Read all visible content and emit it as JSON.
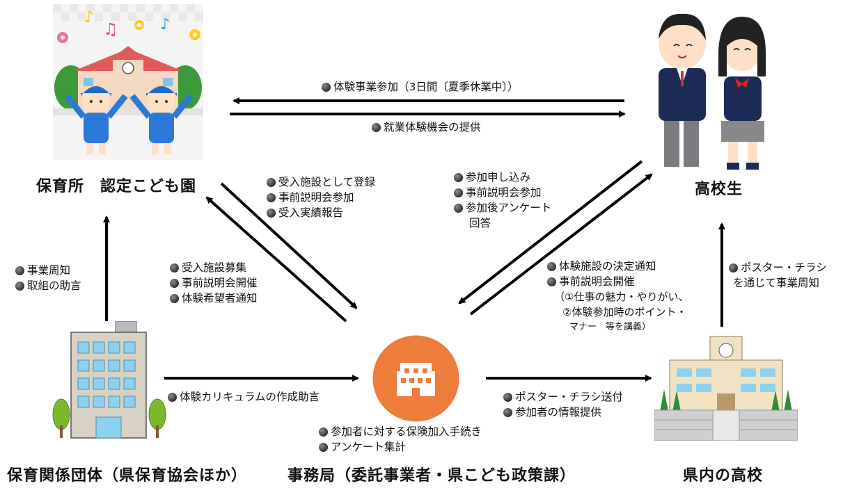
{
  "nodes": {
    "nursery": "保育所　認定こども園",
    "students": "高校生",
    "association": "保育関係団体（県保育協会ほか）",
    "secretariat": "事務局（委託事業者・県こども政策課）",
    "high_school": "県内の高校"
  },
  "flows": {
    "students_to_nursery": [
      "体験事業参加（3日間〔夏季休業中〕）"
    ],
    "nursery_to_students": [
      "就業体験機会の提供"
    ],
    "nursery_to_secretariat": [
      "受入施設として登録",
      "事前説明会参加",
      "受入実績報告"
    ],
    "secretariat_to_nursery": [
      "受入施設募集",
      "事前説明会開催",
      "体験希望者通知"
    ],
    "students_to_secretariat": [
      "参加申し込み",
      "事前説明会参加",
      "参加後アンケート"
    ],
    "students_to_secretariat_cont": "回答",
    "secretariat_to_students": [
      "体験施設の決定通知",
      "事前説明会開催"
    ],
    "secretariat_to_students_notes": [
      "（①仕事の魅力・やりがい、",
      "②体験参加時のポイント・",
      "マナー　等を講義）"
    ],
    "school_to_students": [
      "ポスター・チラシ"
    ],
    "school_to_students_cont": "を通じて事業周知",
    "association_to_nursery": [
      "事業周知",
      "取組の助言"
    ],
    "association_to_secretariat": [
      "体験カリキュラムの作成助言"
    ],
    "secretariat_to_school": [
      "ポスター・チラシ送付",
      "参加者の情報提供"
    ],
    "secretariat_internal": [
      "参加者に対する保険加入手続き",
      "アンケート集計"
    ]
  },
  "icons": {
    "nursery": "kindergarten-illustration-icon",
    "students": "high-school-students-icon",
    "association": "office-building-icon",
    "secretariat": "office-building-circle-icon",
    "high_school": "school-building-icon"
  },
  "colors": {
    "secretariat_circle": "#ee7c3a",
    "arrow": "#000000",
    "bullet": "#3a3a42"
  }
}
